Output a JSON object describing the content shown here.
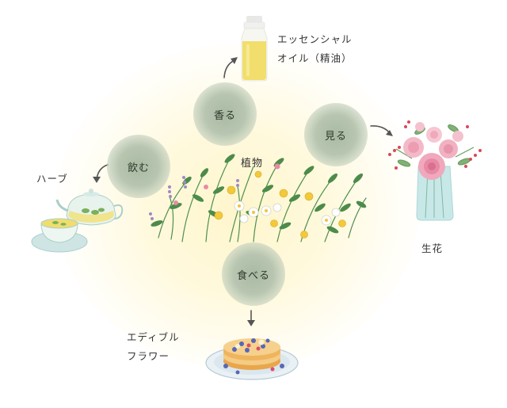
{
  "center": {
    "label": "植物"
  },
  "nodes": {
    "smell": "香る",
    "see": "見る",
    "drink": "飲む",
    "eat": "食べる"
  },
  "outputs": {
    "oil_line1": "エッセンシャル",
    "oil_line2": "オイル（精油）",
    "flower": "生花",
    "herb": "ハーブ",
    "edible_line1": "エディブル",
    "edible_line2": "フラワー"
  }
}
